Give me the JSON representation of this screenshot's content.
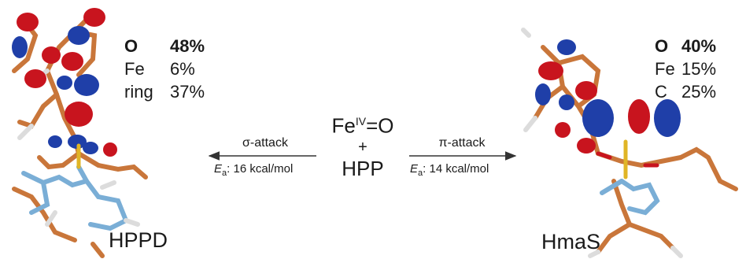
{
  "left": {
    "enzyme": "HPPD",
    "composition": [
      {
        "element": "O",
        "percent": "48%",
        "bold": true
      },
      {
        "element": "Fe",
        "percent": "6%",
        "bold": false
      },
      {
        "element": "ring",
        "percent": "37%",
        "bold": false
      }
    ],
    "arrow": {
      "label": "σ-attack",
      "ea_symbol": "E",
      "ea_sub": "a",
      "ea_value": ": 16 kcal/mol"
    }
  },
  "right": {
    "enzyme": "HmaS",
    "composition": [
      {
        "element": "O",
        "percent": "40%",
        "bold": true
      },
      {
        "element": "Fe",
        "percent": "15%",
        "bold": false
      },
      {
        "element": "C",
        "percent": "25%",
        "bold": false
      }
    ],
    "arrow": {
      "label": "π-attack",
      "ea_symbol": "E",
      "ea_sub": "a",
      "ea_value": ": 14 kcal/mol"
    }
  },
  "center": {
    "fe": "Fe",
    "fe_sup": "IV",
    "fe_rest": "=O",
    "plus": "+",
    "substrate": "HPP"
  },
  "colors": {
    "bond_orange": "#c9763a",
    "bond_blue": "#7aaed6",
    "lobe_red": "#c8141e",
    "lobe_blue": "#1f3fa8",
    "iron_yellow": "#e0b526",
    "hydrogen": "#f4f4f4",
    "arrow": "#333333"
  }
}
